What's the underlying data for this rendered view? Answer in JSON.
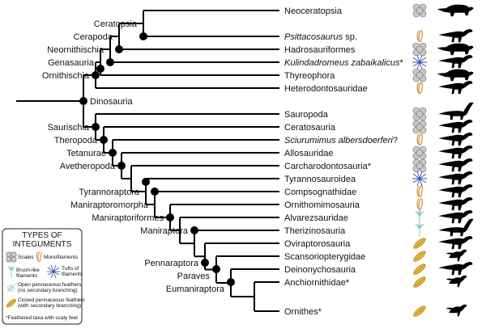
{
  "taxa": [
    {
      "id": "neoceratopsia",
      "label": "Neoceratopsia",
      "italic": false,
      "integument": "scales"
    },
    {
      "id": "psittacosaurus",
      "label": "Psittacosaurus",
      "suffix": " sp.",
      "italic": true,
      "integument": "monofilament"
    },
    {
      "id": "hadrosauriformes",
      "label": "Hadrosauriformes",
      "italic": false,
      "integument": "scales"
    },
    {
      "id": "kulindadromeus",
      "label": "Kulindadromeus zabaikalicus",
      "suffix": "*",
      "italic": true,
      "integument": "tufts"
    },
    {
      "id": "thyreophora",
      "label": "Thyreophora",
      "italic": false,
      "integument": "scales"
    },
    {
      "id": "heterodontosauridae",
      "label": "Heterodontosauridae",
      "italic": false,
      "integument": "monofilament"
    },
    {
      "id": "sauropoda",
      "label": "Sauropoda",
      "italic": false,
      "integument": "scales"
    },
    {
      "id": "ceratosauria",
      "label": "Ceratosauria",
      "italic": false,
      "integument": "scales"
    },
    {
      "id": "sciurumimus",
      "label": "Sciurumimus albersdoerferi",
      "suffix": "?",
      "italic": true,
      "integument": "monofilament"
    },
    {
      "id": "allosauridae",
      "label": "Allosauridae",
      "italic": false,
      "integument": "scales"
    },
    {
      "id": "carcharodontosauria",
      "label": "Carcharodontosauria",
      "suffix": "*",
      "italic": false,
      "integument": "scales"
    },
    {
      "id": "tyrannosauroidea",
      "label": "Tyrannosauroidea",
      "italic": false,
      "integument": "tufts"
    },
    {
      "id": "compsognathidae",
      "label": "Compsognathidae",
      "italic": false,
      "integument": "monofilament"
    },
    {
      "id": "ornithomimosauria",
      "label": "Ornithomimosauria",
      "italic": false,
      "integument": "monofilament"
    },
    {
      "id": "alvarezsauridae",
      "label": "Alvarezsauridae",
      "italic": false,
      "integument": "brush"
    },
    {
      "id": "therizinosauria",
      "label": "Therizinosauria",
      "italic": false,
      "integument": "brush"
    },
    {
      "id": "oviraptorosauria",
      "label": "Oviraptorosauria",
      "italic": false,
      "integument": "closed"
    },
    {
      "id": "scansoriopterygidae",
      "label": "Scansoriopterygidae",
      "italic": false,
      "integument": "closed"
    },
    {
      "id": "deinonychosauria",
      "label": "Deinonychosauria",
      "italic": false,
      "integument": "closed"
    },
    {
      "id": "anchiornithidae",
      "label": "Anchiornithidae",
      "suffix": "*",
      "italic": false,
      "integument": "closed"
    },
    {
      "id": "ornithes",
      "label": "Ornithes",
      "suffix": "*",
      "italic": false,
      "integument": "closed"
    }
  ],
  "clades": [
    {
      "id": "ceratopsia",
      "label": "Ceratopsia"
    },
    {
      "id": "cerapoda",
      "label": "Cerapoda"
    },
    {
      "id": "neornithischia",
      "label": "Neornithischia"
    },
    {
      "id": "genasauria",
      "label": "Genasauria"
    },
    {
      "id": "ornithischia",
      "label": "Ornithischia"
    },
    {
      "id": "dinosauria",
      "label": "Dinosauria"
    },
    {
      "id": "saurischia",
      "label": "Saurischia"
    },
    {
      "id": "theropoda",
      "label": "Theropoda"
    },
    {
      "id": "tetanurae",
      "label": "Tetanurae"
    },
    {
      "id": "avetheropoda",
      "label": "Avetheropoda"
    },
    {
      "id": "tyrannoraptora",
      "label": "Tyrannoraptora"
    },
    {
      "id": "maniraptoromorpha",
      "label": "Maniraptoromorpha"
    },
    {
      "id": "maniraptoriformes",
      "label": "Maniraptoriformes"
    },
    {
      "id": "maniraptora",
      "label": "Maniraptora"
    },
    {
      "id": "pennaraptora",
      "label": "Pennaraptora"
    },
    {
      "id": "paraves",
      "label": "Paraves"
    },
    {
      "id": "eumaniraptora",
      "label": "Eumaniraptora"
    }
  ],
  "legend": {
    "title_line1": "TYPES OF",
    "title_line2": "INTEGUMENTS",
    "scales": "Scales",
    "monofilaments": "Monofilaments",
    "brush_line1": "Brush-like",
    "brush_line2": "filaments",
    "tufts_line1": "Tufts of",
    "tufts_line2": "filaments",
    "open_line1": "Open pennaceous feathers",
    "open_line2": "(no secondary branching)",
    "closed_line1": "Closed pennaceous feathers",
    "closed_line2": "(with secondary branching)",
    "footnote": "*Feathered taxa with scaly feet"
  },
  "colors": {
    "line": "#000000",
    "scales": "#c9c9c9",
    "monofilament": "#d98a3a",
    "brush": "#7fc6c2",
    "tufts": "#2f4ea8",
    "closed": "#e8b43a",
    "silhouette": "#000000"
  }
}
